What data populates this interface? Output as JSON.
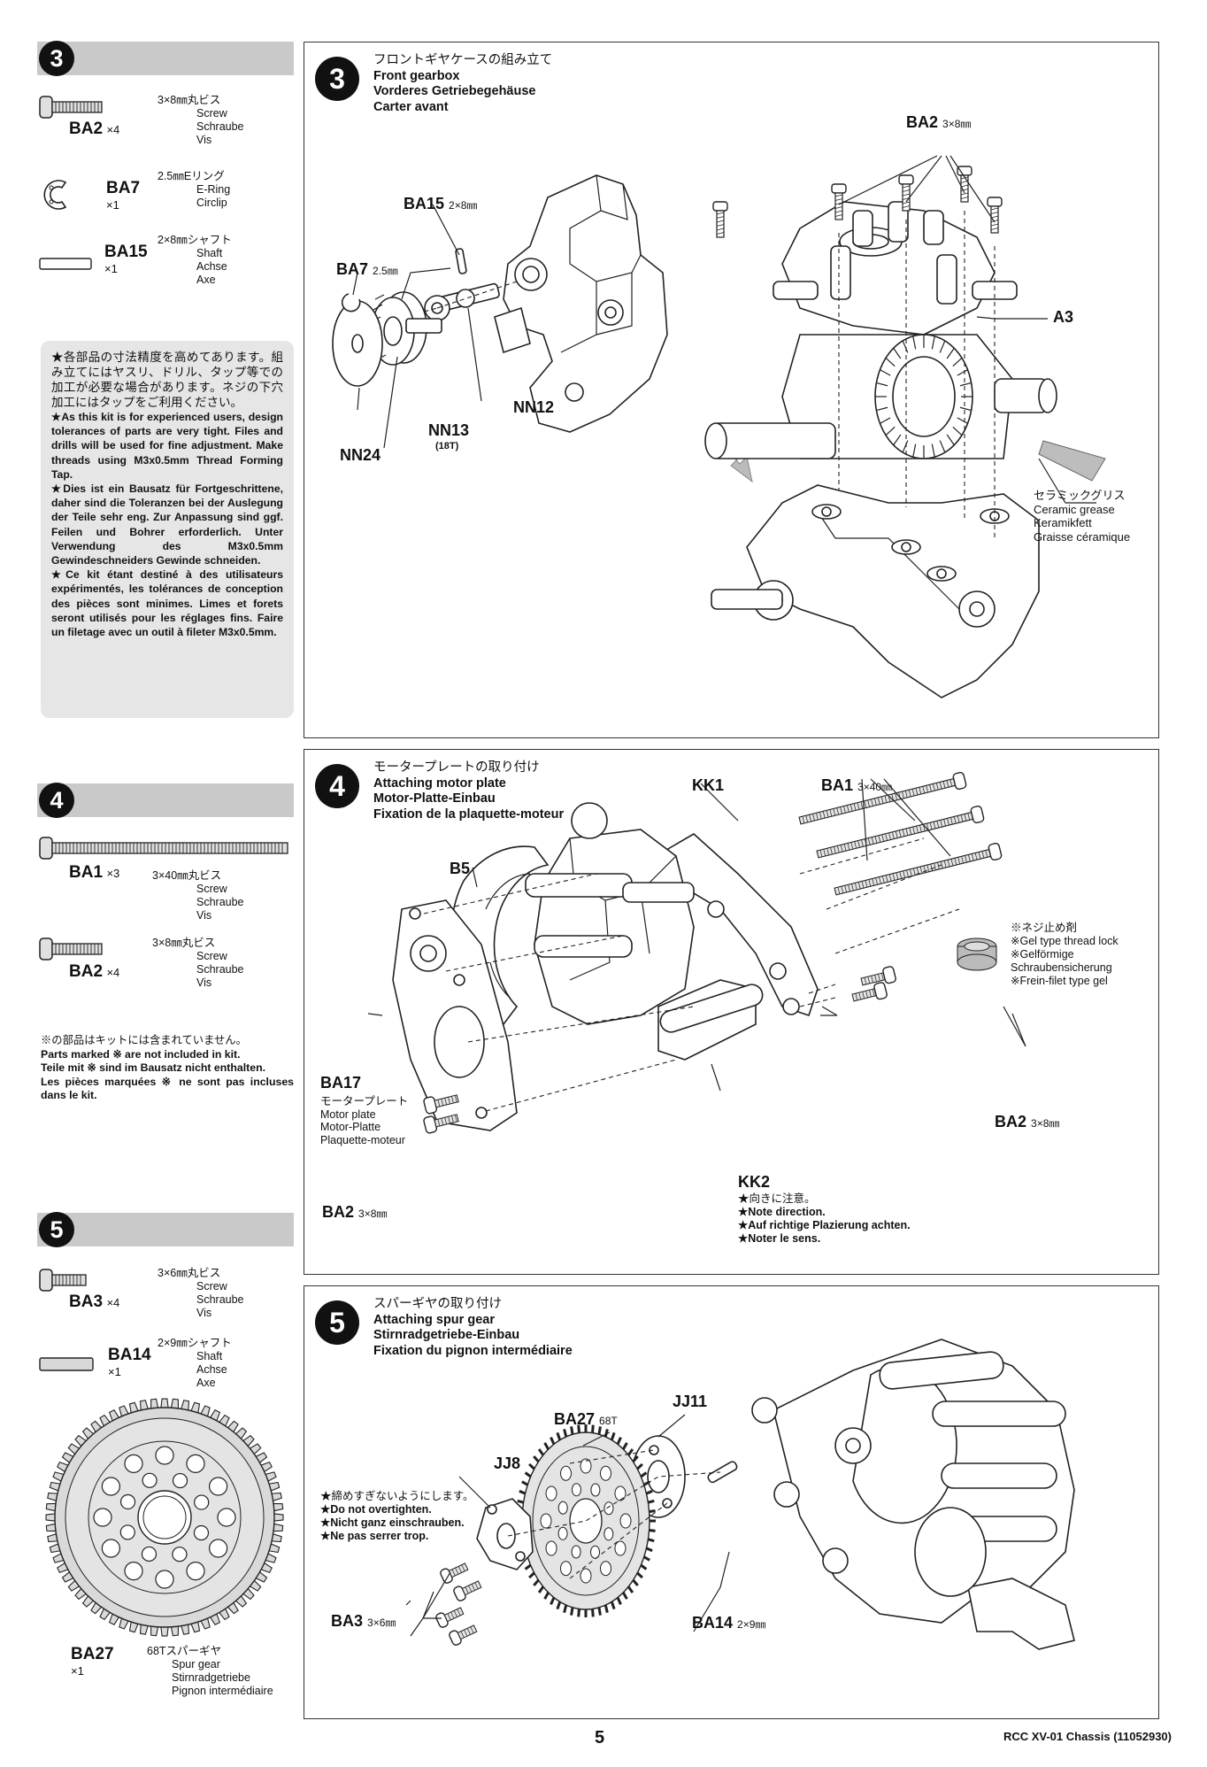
{
  "sidebar": {
    "s3": {
      "number": "3",
      "parts": [
        {
          "code": "BA2",
          "qty": "×4",
          "lines": [
            "3×8㎜丸ビス",
            "Screw",
            "Schraube",
            "Vis"
          ]
        },
        {
          "code": "BA7",
          "qty": "×1",
          "lines": [
            "2.5㎜Eリング",
            "E-Ring",
            "Circlip"
          ]
        },
        {
          "code": "BA15",
          "qty": "×1",
          "lines": [
            "2×8㎜シャフト",
            "Shaft",
            "Achse",
            "Axe"
          ]
        }
      ],
      "note": {
        "ja": "★各部品の寸法精度を高めてあります。組み立てにはヤスリ、ドリル、タップ等での加工が必要な場合があります。ネジの下穴加工にはタップをご利用ください。",
        "en": "★As this kit is for experienced users, design tolerances of parts are very tight. Files and drills will be used for fine adjustment. Make threads using M3x0.5mm Thread Forming Tap.",
        "de": "★Dies ist ein Bausatz für Fortgeschrittene, daher sind die Toleranzen bei der Auslegung der Teile sehr eng. Zur Anpassung sind ggf. Feilen und Bohrer erforderlich. Unter Verwendung des M3x0.5mm Gewindeschneiders Gewinde schneiden.",
        "fr": "★Ce kit étant destiné à des utilisateurs expérimentés, les tolérances de conception des pièces sont minimes. Limes et forets seront utilisés pour les réglages fins. Faire un filetage avec un outil à fileter M3x0.5mm."
      }
    },
    "s4": {
      "number": "4",
      "parts": [
        {
          "code": "BA1",
          "qty": "×3",
          "lines": [
            "3×40㎜丸ビス",
            "Screw",
            "Schraube",
            "Vis"
          ]
        },
        {
          "code": "BA2",
          "qty": "×4",
          "lines": [
            "3×8㎜丸ビス",
            "Screw",
            "Schraube",
            "Vis"
          ]
        }
      ],
      "note": [
        "※の部品はキットには含まれていません。",
        "Parts marked ※ are not included in kit.",
        "Teile mit ※ sind im Bausatz nicht enthalten.",
        "Les pièces marquées ※ ne sont pas incluses dans le kit."
      ]
    },
    "s5": {
      "number": "5",
      "parts": [
        {
          "code": "BA3",
          "qty": "×4",
          "lines": [
            "3×6㎜丸ビス",
            "Screw",
            "Schraube",
            "Vis"
          ]
        },
        {
          "code": "BA14",
          "qty": "×1",
          "lines": [
            "2×9㎜シャフト",
            "Shaft",
            "Achse",
            "Axe"
          ]
        },
        {
          "code": "BA27",
          "qty": "×1",
          "lines": [
            "68Tスパーギヤ",
            "Spur gear",
            "Stirnradgetriebe",
            "Pignon intermédiaire"
          ]
        }
      ]
    }
  },
  "steps": {
    "s3": {
      "number": "3",
      "title": [
        "フロントギヤケースの組み立て",
        "Front gearbox",
        "Vorderes Getriebegehäuse",
        "Carter avant"
      ],
      "labels": {
        "ba2": "BA2",
        "ba2_size": "3×8㎜",
        "ba15": "BA15",
        "ba15_size": "2×8㎜",
        "ba7": "BA7",
        "ba7_size": "2.5㎜",
        "a3": "A3",
        "nn12": "NN12",
        "nn13": "NN13",
        "nn13_sub": "(18T)",
        "nn24": "NN24"
      },
      "grease": [
        "セラミックグリス",
        "Ceramic grease",
        "Keramikfett",
        "Graisse céramique"
      ]
    },
    "s4": {
      "number": "4",
      "title": [
        "モータープレートの取り付け",
        "Attaching motor plate",
        "Motor-Platte-Einbau",
        "Fixation de la plaquette-moteur"
      ],
      "labels": {
        "kk1": "KK1",
        "ba1": "BA1",
        "ba1_size": "3×40㎜",
        "b5": "B5",
        "ba17": "BA17",
        "ba2a": "BA2",
        "ba2a_size": "3×8㎜",
        "ba2b": "BA2",
        "ba2b_size": "3×8㎜",
        "kk2": "KK2"
      },
      "ba17_desc": [
        "モータープレート",
        "Motor plate",
        "Motor-Platte",
        "Plaquette-moteur"
      ],
      "threadlock": [
        "※ネジ止め剤",
        "※Gel type thread lock",
        "※Gelförmige",
        "Schraubensicherung",
        "※Frein-filet type gel"
      ],
      "kk2_note": [
        "★向きに注意。",
        "★Note direction.",
        "★Auf richtige Plazierung achten.",
        "★Noter le sens."
      ]
    },
    "s5": {
      "number": "5",
      "title": [
        "スパーギヤの取り付け",
        "Attaching spur gear",
        "Stirnradgetriebe-Einbau",
        "Fixation du pignon intermédiaire"
      ],
      "labels": {
        "jj11": "JJ11",
        "ba27": "BA27",
        "ba27_size": "68T",
        "jj8": "JJ8",
        "ba3": "BA3",
        "ba3_size": "3×6㎜",
        "ba14": "BA14",
        "ba14_size": "2×9㎜"
      },
      "tighten": [
        "★締めすぎないようにします。",
        "★Do not overtighten.",
        "★Nicht ganz einschrauben.",
        "★Ne pas serrer trop."
      ]
    }
  },
  "footer": {
    "page": "5",
    "model": "RCC XV-01 Chassis (11052930)"
  }
}
